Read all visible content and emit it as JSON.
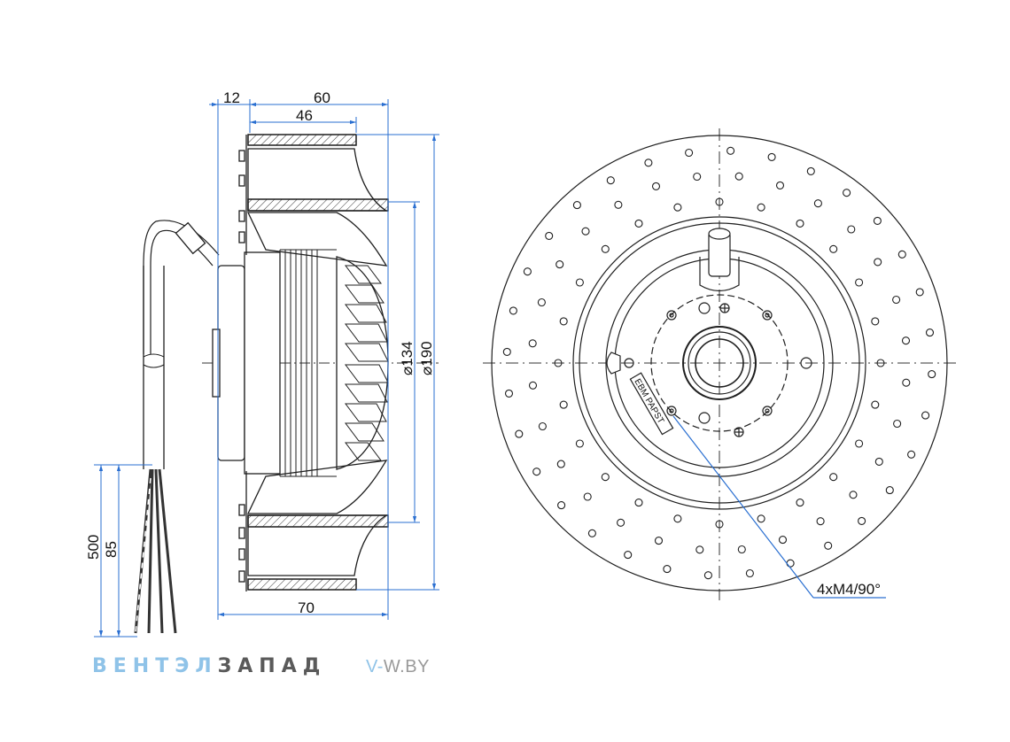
{
  "side_view": {
    "dimensions": {
      "d12": "12",
      "d60": "60",
      "d46": "46",
      "d70": "70",
      "d134": "⌀134",
      "d190": "⌀190",
      "d500": "500",
      "d85": "85"
    }
  },
  "front_view": {
    "callout": "4xM4/90°",
    "motor_label": "EBM PAPST"
  },
  "branding": {
    "brand_part1": "ВЕНТЭЛ",
    "brand_part2": "ЗАПАД",
    "site_part1": "V-",
    "site_part2": "W.BY"
  },
  "colors": {
    "line": "#1f1f1f",
    "dimension": "#2a6fd1",
    "brand_light": "#8fc3e8",
    "brand_dark": "#5a5a5a"
  }
}
